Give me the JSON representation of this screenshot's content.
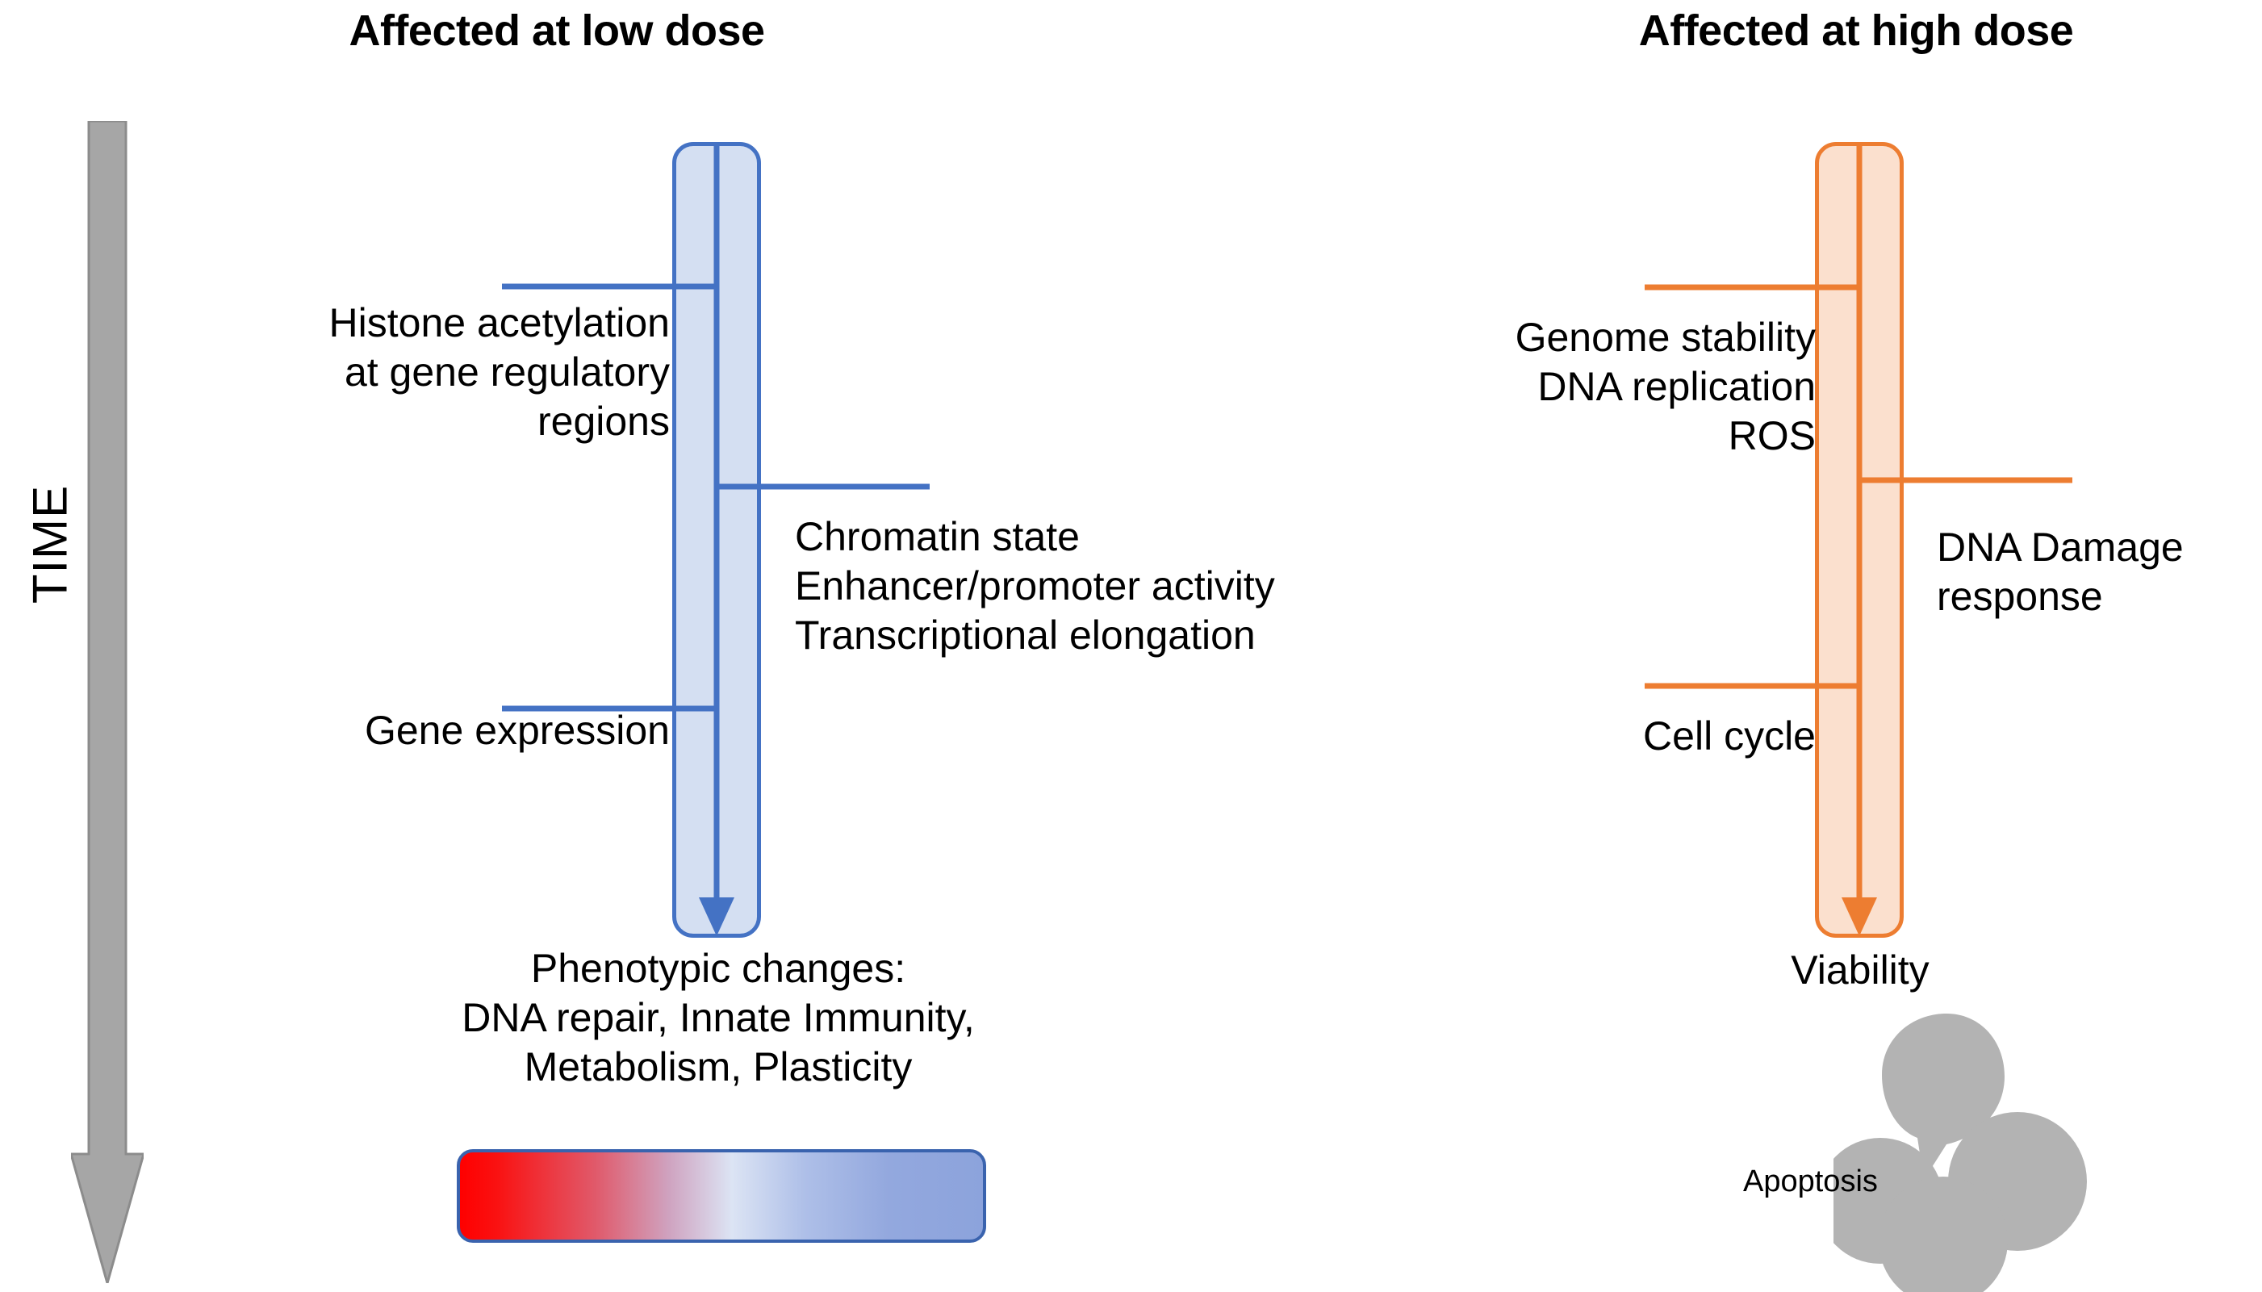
{
  "figure": {
    "title_left": "Affected at low dose",
    "title_right": "Affected at high dose",
    "time_axis_label": "TIME"
  },
  "colors": {
    "low_dose_stroke": "#4472C4",
    "low_dose_fill": "#D4DFF2",
    "high_dose_stroke": "#ED7D31",
    "high_dose_fill": "#FBE0CE",
    "time_arrow": "#A6A6A6",
    "apoptosis_body": "#B3B3B3",
    "gradient_start": "#FF0000",
    "gradient_end": "#8CA3DC"
  },
  "low_dose": {
    "early_label": "Histone acetylation\nat gene regulatory\nregions",
    "mid_label": "Chromatin state\nEnhancer/promoter activity\nTranscriptional elongation",
    "late_label": "Gene expression",
    "outcome_label": "Phenotypic changes:\nDNA repair, Innate Immunity,\nMetabolism, Plasticity"
  },
  "high_dose": {
    "early_label": "Genome stability\nDNA replication\nROS",
    "mid_label": "DNA Damage\nresponse",
    "late_label": "Cell cycle",
    "outcome_label": "Viability",
    "apoptosis_label": "Apoptosis"
  },
  "icons": {
    "time_arrow": "down-arrow-icon",
    "low_dose_arrow": "down-arrow-icon",
    "high_dose_arrow": "down-arrow-icon",
    "apoptosis": "apoptotic-bodies-icon",
    "gradient": "dose-gradient-icon"
  }
}
